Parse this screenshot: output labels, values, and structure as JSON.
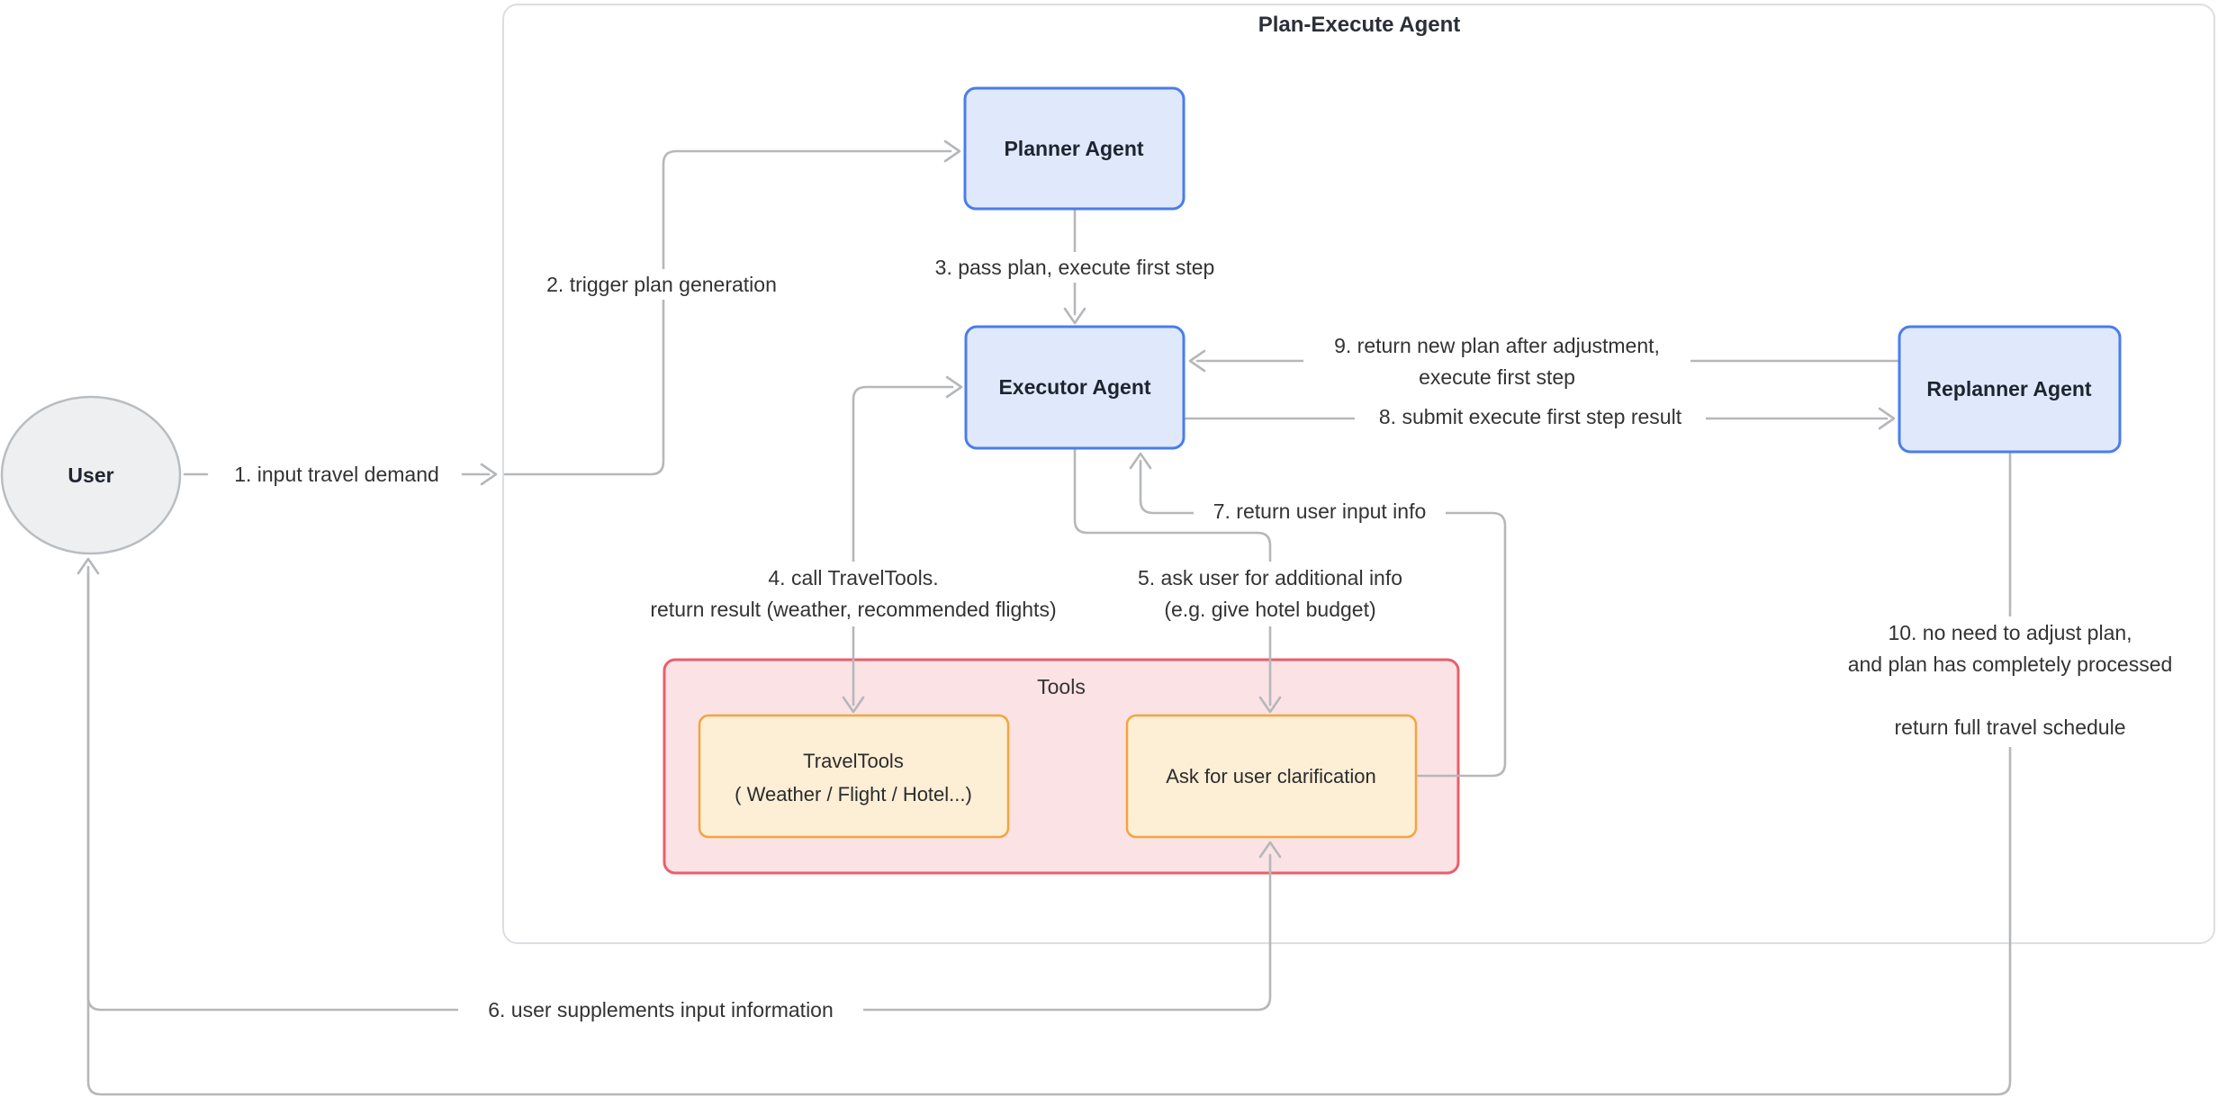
{
  "diagram": {
    "title": "Plan-Execute Agent",
    "nodes": {
      "user": "User",
      "planner": "Planner Agent",
      "executor": "Executor Agent",
      "replanner": "Replanner Agent",
      "tools_group": "Tools",
      "traveltools_line1": "TravelTools",
      "traveltools_line2": "( Weather / Flight / Hotel...)",
      "ask_clarification": "Ask for user clarification"
    },
    "edges": {
      "e1": "1. input travel demand",
      "e2": "2. trigger plan generation",
      "e3": "3. pass plan, execute first step",
      "e4_line1": "4. call TravelTools.",
      "e4_line2": "return result (weather, recommended flights)",
      "e5_line1": "5. ask user for additional info",
      "e5_line2": "(e.g. give hotel budget)",
      "e6": "6. user supplements input information",
      "e7": "7. return user input info",
      "e8": "8. submit execute first step result",
      "e9_line1": "9. return new plan after adjustment,",
      "e9_line2": "execute first step",
      "e10_line1": "10. no need to adjust plan,",
      "e10_line2": "and plan has completely processed",
      "e10_line3": "return full travel schedule"
    },
    "colors": {
      "line": "#b5b7ba",
      "node_border": "#4a7deb",
      "node_fill": "#e0e9fc",
      "node_text": "#1e2430",
      "tools_border": "#e85f6b",
      "tools_fill": "#fbe2e5",
      "tool_border": "#f4a43d",
      "tool_fill": "#fdeed6",
      "user_fill": "#edeff0",
      "user_border": "#b9bdc1",
      "container_border": "#dbdee2",
      "label_text": "#333333",
      "title_text": "#2b2f38"
    }
  }
}
